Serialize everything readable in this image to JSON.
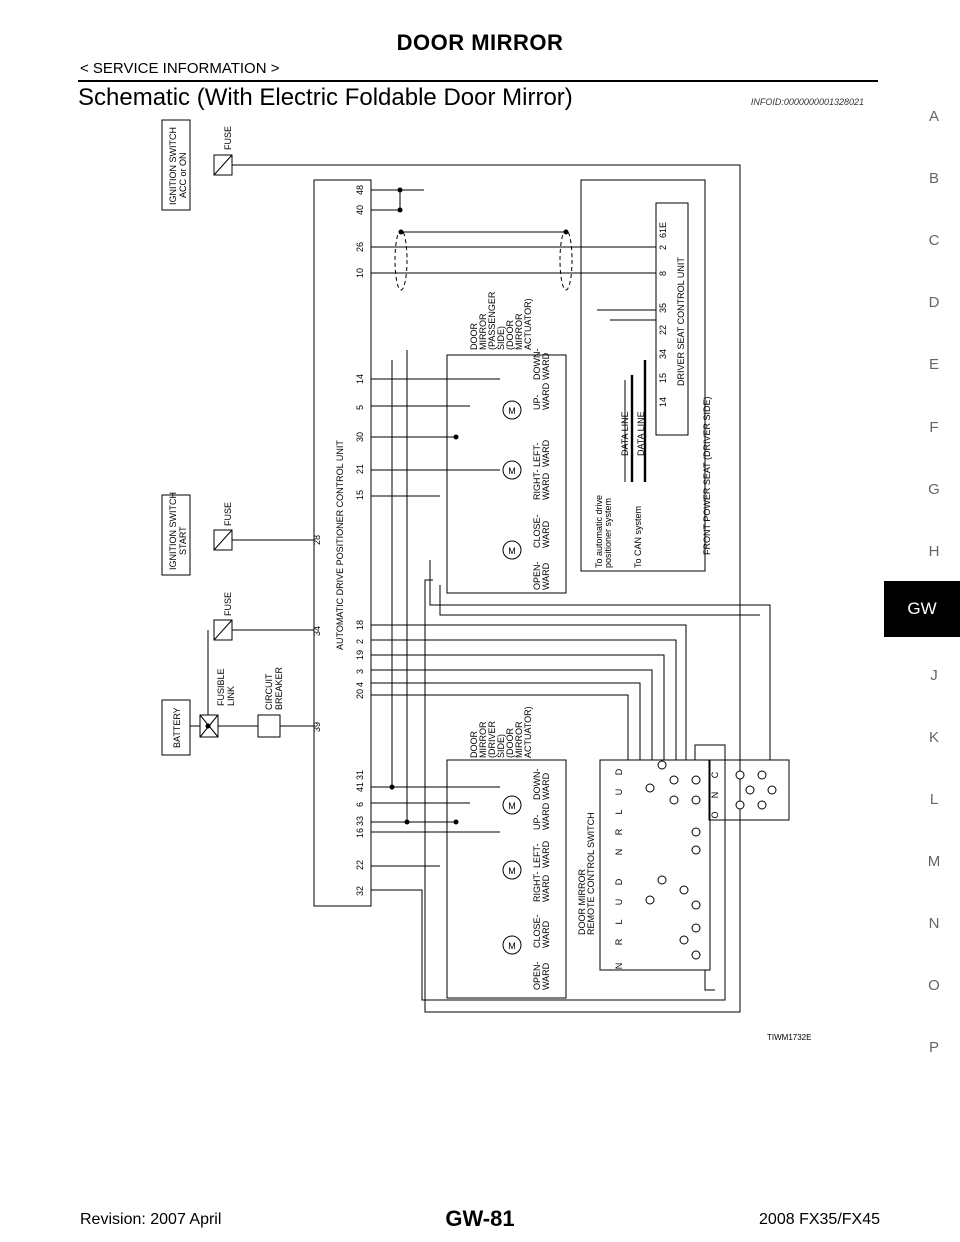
{
  "header": {
    "title": "DOOR MIRROR",
    "breadcrumb": "< SERVICE INFORMATION >",
    "section_title": "Schematic (With Electric Foldable Door Mirror)",
    "info_id": "INFOID:0000000001328021"
  },
  "side_index": {
    "letters_above": [
      "A",
      "B",
      "C",
      "D",
      "E",
      "F",
      "G",
      "H"
    ],
    "active": "GW",
    "letters_below": [
      "J",
      "K",
      "L",
      "M",
      "N",
      "O",
      "P"
    ]
  },
  "diagram": {
    "ign_acc": {
      "line1": "IGNITION SWITCH",
      "line2": "ACC or ON"
    },
    "ign_start": {
      "line1": "IGNITION SWITCH",
      "line2": "START"
    },
    "fuse": "FUSE",
    "battery": "BATTERY",
    "fusible_link": {
      "line1": "FUSIBLE",
      "line2": "LINK"
    },
    "circuit_breaker": {
      "line1": "CIRCUIT",
      "line2": "BREAKER"
    },
    "adp_unit": "AUTOMATIC DRIVE POSITIONER CONTROL UNIT",
    "adp_pins_top": [
      "10",
      "26",
      "40",
      "48"
    ],
    "adp_pins_mid": [
      "15",
      "21",
      "30",
      "5",
      "14"
    ],
    "adp_pins_28": "28",
    "adp_pins_34": "34",
    "adp_pins_39": "39",
    "adp_pins_low": [
      "20",
      "4",
      "3",
      "19",
      "2",
      "18"
    ],
    "adp_pins_bottom": [
      "32",
      "22",
      "16",
      "33",
      "6",
      "41",
      "31"
    ],
    "mirror_pass": {
      "l1": "DOOR",
      "l2": "MIRROR",
      "l3": "(PASSENGER",
      "l4": "SIDE)",
      "l5": "(DOOR",
      "l6": "MIRROR",
      "l7": "ACTUATOR)"
    },
    "mirror_drv": {
      "l1": "DOOR",
      "l2": "MIRROR",
      "l3": "(DRIVER",
      "l4": "SIDE)",
      "l5": "(DOOR",
      "l6": "MIRROR",
      "l7": "ACTUATOR)"
    },
    "motor_labels": {
      "open": "OPEN-",
      "close": "CLOSE-",
      "right": "RIGHT-",
      "left": "LEFT-",
      "up": "UP-",
      "down": "DOWN-",
      "ward": "WARD",
      "m": "M"
    },
    "auto_drive": {
      "l1": "To automatic drive",
      "l2": "positioner system"
    },
    "can": "To CAN system",
    "data_line": "DATA LINE",
    "dscu": "DRIVER SEAT CONTROL UNIT",
    "dscu_pins": [
      "14",
      "15",
      "34",
      "22",
      "35"
    ],
    "dscu_pins_top": [
      "8",
      "2",
      "61E"
    ],
    "fpseat": "FRONT POWER SEAT (DRIVER SIDE)",
    "remote_switch": {
      "l1": "DOOR MIRROR",
      "l2": "REMOTE CONTROL SWITCH"
    },
    "switch_letters_a": [
      "N",
      "R",
      "L",
      "U",
      "D",
      "N",
      "R",
      "L",
      "U",
      "D"
    ],
    "switch_letters_b": [
      "O",
      "N",
      "C"
    ]
  },
  "figure_id": "TIWM1732E",
  "footer": {
    "left": "Revision: 2007 April",
    "center": "GW-81",
    "right": "2008 FX35/FX45"
  }
}
